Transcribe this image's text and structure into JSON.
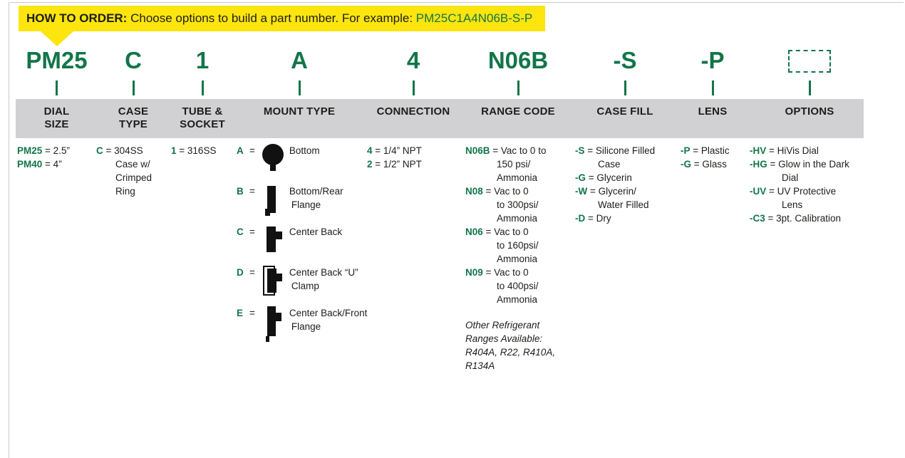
{
  "banner": {
    "title": "HOW TO ORDER:",
    "text": "Choose options to build a part number. For example:",
    "example": "PM25C1A4N06B-S-P"
  },
  "colors": {
    "accent_green": "#127549",
    "highlight_yellow": "#fde50d",
    "band_gray": "#d1d1d3",
    "rule_gray": "#c9c9cb",
    "text_black": "#1d1d1b"
  },
  "columns": [
    {
      "id": "dial-size",
      "code": "PM25",
      "header_lines": [
        "DIAL",
        "SIZE"
      ],
      "items": [
        {
          "code": "PM25",
          "text": "= 2.5”",
          "wrap": []
        },
        {
          "code": "PM40",
          "text": "= 4”",
          "wrap": []
        }
      ]
    },
    {
      "id": "case-type",
      "code": "C",
      "header_lines": [
        "CASE",
        "TYPE"
      ],
      "items": [
        {
          "code": "C",
          "text": "= 304SS",
          "wrap": [
            "Case w/",
            "Crimped",
            "Ring"
          ]
        }
      ]
    },
    {
      "id": "tube-socket",
      "code": "1",
      "header_lines": [
        "TUBE &",
        "SOCKET"
      ],
      "items": [
        {
          "code": "1",
          "text": "= 316SS",
          "wrap": []
        }
      ]
    },
    {
      "id": "mount-type",
      "code": "A",
      "header_lines": [
        "MOUNT TYPE"
      ],
      "mount_items": [
        {
          "code": "A",
          "eq": "=",
          "icon": "bottom",
          "label": "Bottom",
          "wrap": []
        },
        {
          "code": "B",
          "eq": "=",
          "icon": "bottom-rear-flange",
          "label": "Bottom/Rear",
          "wrap": [
            "Flange"
          ]
        },
        {
          "code": "C",
          "eq": "=",
          "icon": "center-back",
          "label": "Center Back",
          "wrap": []
        },
        {
          "code": "D",
          "eq": "=",
          "icon": "center-back-u-clamp",
          "label": "Center Back “U”",
          "wrap": [
            "Clamp"
          ]
        },
        {
          "code": "E",
          "eq": "=",
          "icon": "center-back-front-flange",
          "label": "Center Back/Front",
          "wrap": [
            "Flange"
          ]
        }
      ]
    },
    {
      "id": "connection",
      "code": "4",
      "header_lines": [
        "CONNECTION"
      ],
      "items": [
        {
          "code": "4",
          "text": "= 1/4” NPT",
          "wrap": []
        },
        {
          "code": "2",
          "text": "= 1/2” NPT",
          "wrap": []
        }
      ]
    },
    {
      "id": "range-code",
      "code": "N06B",
      "header_lines": [
        "RANGE CODE"
      ],
      "items": [
        {
          "code": "N06B",
          "text": "= Vac to 0 to",
          "wrap": [
            "150 psi/",
            "Ammonia"
          ]
        },
        {
          "code": "N08",
          "text": "= Vac to 0",
          "wrap": [
            "to 300psi/",
            "Ammonia"
          ]
        },
        {
          "code": "N06",
          "text": "= Vac to 0",
          "wrap": [
            "to 160psi/",
            "Ammonia"
          ]
        },
        {
          "code": "N09",
          "text": "= Vac to 0",
          "wrap": [
            "to 400psi/",
            "Ammonia"
          ]
        }
      ],
      "note": [
        "Other Refrigerant",
        "Ranges Available:",
        "R404A, R22, R410A,",
        "R134A"
      ]
    },
    {
      "id": "case-fill",
      "code": "-S",
      "header_lines": [
        "CASE FILL"
      ],
      "items": [
        {
          "code": "-S",
          "text": "= Silicone Filled",
          "wrap": [
            "Case"
          ]
        },
        {
          "code": "-G",
          "text": "= Glycerin",
          "wrap": []
        },
        {
          "code": "-W",
          "text": "= Glycerin/",
          "wrap": [
            "Water Filled"
          ]
        },
        {
          "code": "-D",
          "text": "= Dry",
          "wrap": []
        }
      ]
    },
    {
      "id": "lens",
      "code": "-P",
      "header_lines": [
        "LENS"
      ],
      "items": [
        {
          "code": "-P",
          "text": "= Plastic",
          "wrap": []
        },
        {
          "code": "-G",
          "text": "= Glass",
          "wrap": []
        }
      ]
    },
    {
      "id": "options",
      "code": "",
      "box": true,
      "header_lines": [
        "OPTIONS"
      ],
      "items": [
        {
          "code": "-HV",
          "text": "= HiVis Dial",
          "wrap": []
        },
        {
          "code": "-HG",
          "text": "= Glow in the Dark",
          "wrap": [
            "Dial"
          ]
        },
        {
          "code": "-UV",
          "text": "= UV Protective",
          "wrap": [
            "Lens"
          ]
        },
        {
          "code": "-C3",
          "text": "= 3pt. Calibration",
          "wrap": []
        }
      ]
    }
  ]
}
